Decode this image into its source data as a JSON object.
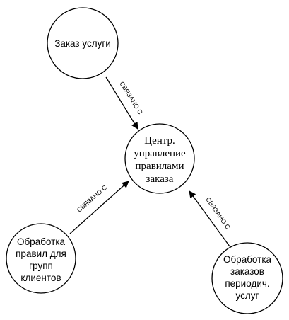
{
  "nodes": {
    "zakaz": {
      "lines": [
        "Заказ услуги"
      ],
      "color": "#000000"
    },
    "center": {
      "lines": [
        "Центр.",
        "управление",
        "правилами",
        "заказа"
      ],
      "color": "#000000"
    },
    "pravila": {
      "lines": [
        "Обработка",
        "правил для",
        "групп",
        "клиентов"
      ],
      "color": "#000000"
    },
    "periodich": {
      "lines": [
        "Обработка",
        "заказов",
        "периодич.",
        "услуг"
      ],
      "color": "#000000"
    }
  },
  "edges": [
    {
      "from": "zakaz",
      "to": "center",
      "label": "СВЯЗАНО С"
    },
    {
      "from": "pravila",
      "to": "center",
      "label": "СВЯЗАНО С"
    },
    {
      "from": "periodich",
      "to": "center",
      "label": "СВЯЗАНО С"
    }
  ]
}
